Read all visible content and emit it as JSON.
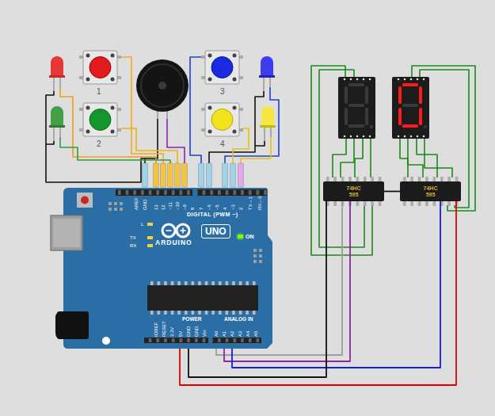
{
  "diagram": {
    "nodes": [
      {
        "text": [
          "74HC 595"
        ]
      },
      {
        "text": [
          "74HC 595"
        ]
      },
      {
        "text": [
          "ARDUINO",
          "UNO"
        ]
      }
    ],
    "edges": [
      {
        "from": 2,
        "to": 0,
        "arrow": "none"
      },
      {
        "from": 2,
        "to": 0,
        "arrow": "none"
      },
      {
        "from": 2,
        "to": 1,
        "arrow": "none"
      },
      {
        "from": 2,
        "to": 1,
        "arrow": "none"
      },
      {
        "from": 2,
        "to": 0,
        "arrow": "none"
      },
      {
        "from": 0,
        "to": 1,
        "arrow": "none"
      }
    ],
    "labels": [
      "1",
      "3",
      "2",
      "4",
      "AREF",
      "GND",
      "13",
      "12",
      "~11",
      "~10",
      "~9",
      "8",
      "7",
      "~6",
      "~5",
      "4",
      "~3",
      "2",
      "TX→1",
      "RX←0",
      "DIGITAL (PWM ~)",
      "L",
      "TX",
      "RX",
      "ON",
      "IOREF",
      "RESET",
      "3.3V",
      "5V",
      "GND",
      "GND",
      "Vin",
      "POWER",
      "ANALOG IN",
      "A0",
      "A1",
      "A2",
      "A3",
      "A4",
      "A5"
    ]
  }
}
